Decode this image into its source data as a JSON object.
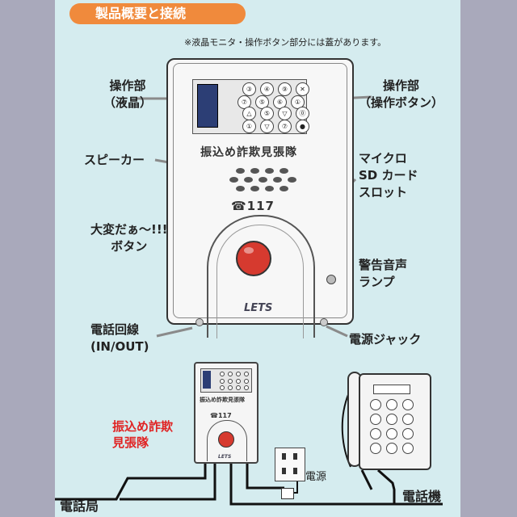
{
  "title": "製品概要と接続",
  "note": "※液晶モニタ・操作ボタン部分には蓋があります。",
  "labels": {
    "lcd": [
      "操作部",
      "（液晶）"
    ],
    "buttons": [
      "操作部",
      "（操作ボタン）"
    ],
    "speaker": "スピーカー",
    "panic": [
      "大変だぁ～!!!",
      "ボタン"
    ],
    "sd": [
      "マイクロ",
      "SD カード",
      "スロット"
    ],
    "lamp": [
      "警告音声",
      "ランプ"
    ],
    "line_in": [
      "電話回線",
      "(IN/OUT)"
    ],
    "power_jack": "電源ジャック",
    "product": [
      "振込め詐欺",
      "見張隊"
    ],
    "outlet": "電源",
    "exchange": "電話局",
    "phone": "電話機"
  },
  "device": {
    "brand": "振込め詐欺見張隊",
    "number": "☎117",
    "logo": "LETS",
    "keys": [
      "③",
      "④",
      "⑨",
      "✕",
      "⑦",
      "⑤",
      "⑥",
      "①",
      "△",
      "⑤",
      "▽",
      "⓪",
      "①",
      "▽",
      "⑦",
      "●"
    ]
  },
  "colors": {
    "panel": "#d5ecef",
    "title_tag": "#f08a3c",
    "product_label": "#e02424",
    "panic_button": "#d63a2f",
    "lcd": "#2c3e75"
  }
}
